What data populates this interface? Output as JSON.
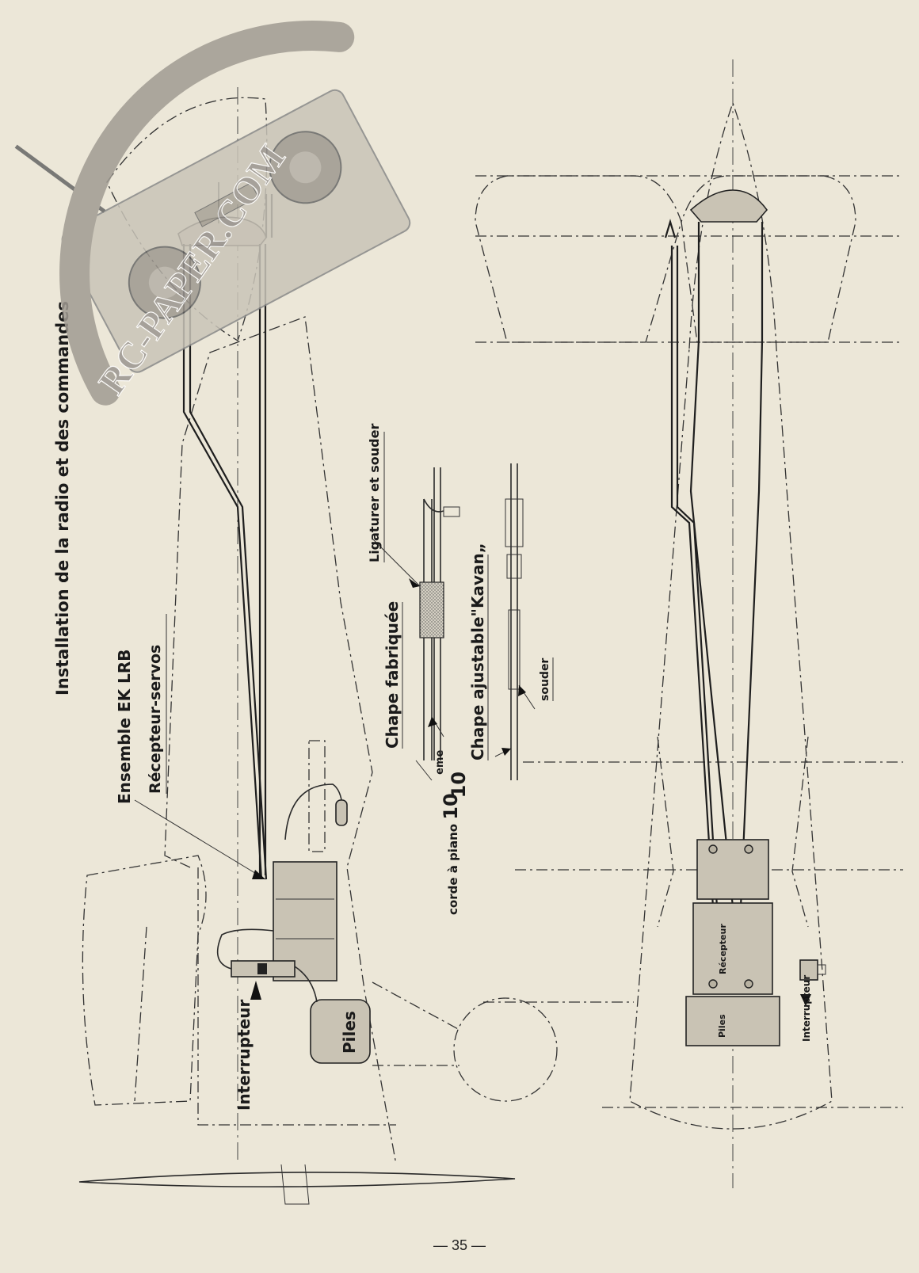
{
  "title": "Installation de la radio et des commandes",
  "labels": {
    "ensemble": "Ensemble EK LRB",
    "recepteur_servos": "Récepteur-servos",
    "interrupteur": "Interrupteur",
    "piles": "Piles",
    "ligaturer": "Ligaturer et souder",
    "chape_fabriquee": "Chape fabriquée",
    "chape_ajustable": "Chape ajustable\"Kavan„",
    "souder": "souder",
    "corde_prefix": "corde à piano ",
    "corde_big": "10",
    "corde_sub": "10",
    "corde_sup": "eme",
    "recepteur_small": "Récepteur",
    "piles_small": "Piles",
    "interrupteur_small": "Interrupteur"
  },
  "watermark": "RC-PAPER.COM",
  "page_number": "— 35 —"
}
